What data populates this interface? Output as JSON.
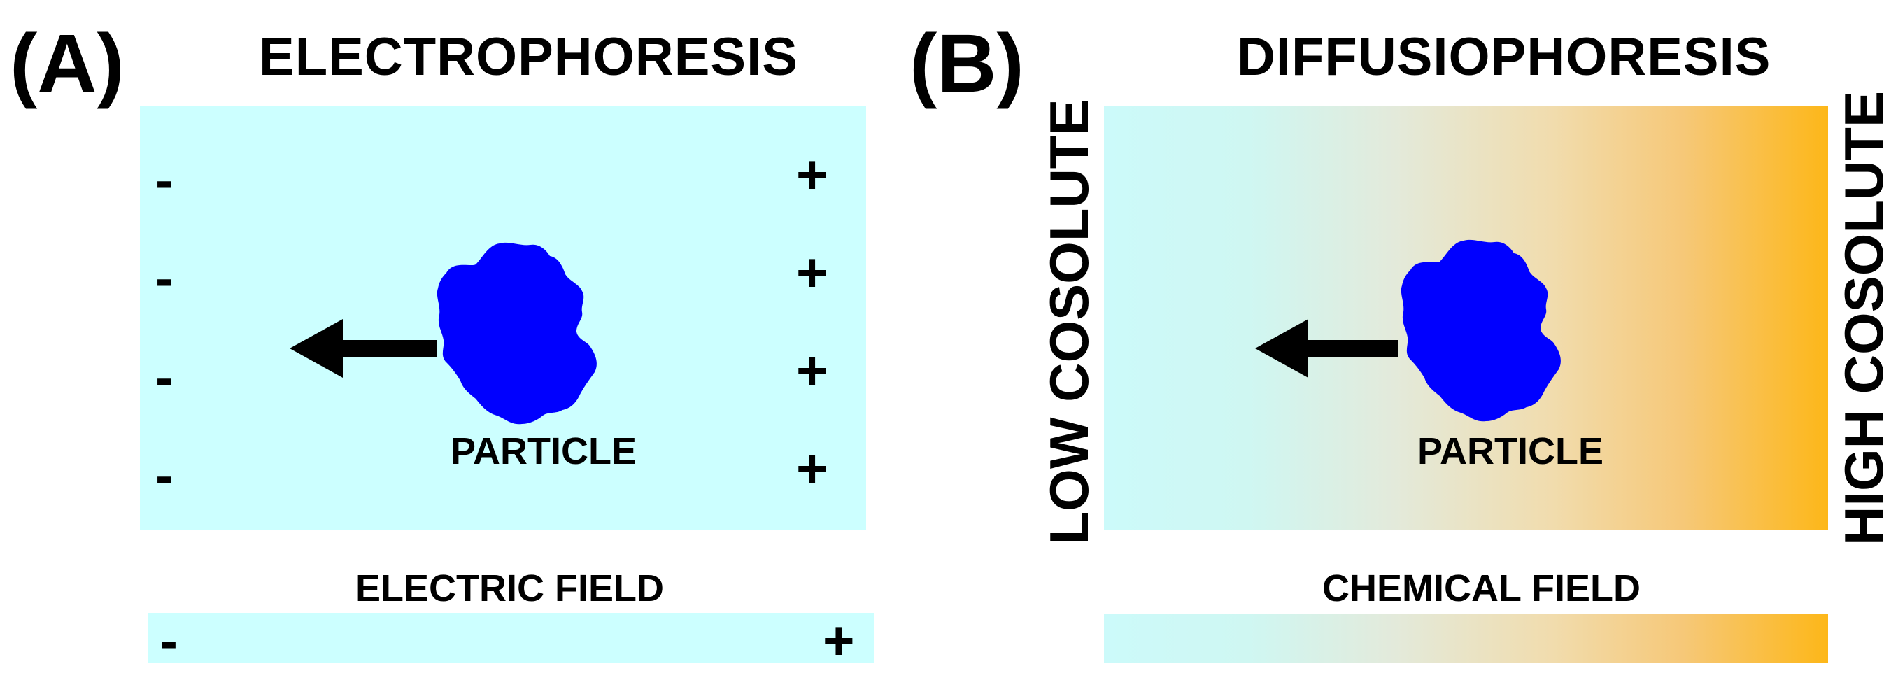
{
  "panel_a": {
    "letter": "(A)",
    "title": "ELECTROPHORESIS",
    "left_signs": [
      "-",
      "-",
      "-",
      "-"
    ],
    "right_signs": [
      "+",
      "+",
      "+",
      "+"
    ],
    "particle_label": "PARTICLE",
    "field_label": "ELECTRIC FIELD",
    "field_left_sign": "-",
    "field_right_sign": "+",
    "background_color": "#ccffff"
  },
  "panel_b": {
    "letter": "(B)",
    "title": "DIFFUSIOPHORESIS",
    "left_vertical_label": "LOW COSOLUTE",
    "right_vertical_label": "HIGH COSOLUTE",
    "particle_label": "PARTICLE",
    "field_label": "CHEMICAL FIELD",
    "gradient_start_color": "#ccfafa",
    "gradient_end_color": "#fdb719"
  },
  "colors": {
    "particle": "#0000ff",
    "arrow": "#000000"
  },
  "icons": {
    "particle": "irregular-blob",
    "arrow": "left-arrow"
  }
}
